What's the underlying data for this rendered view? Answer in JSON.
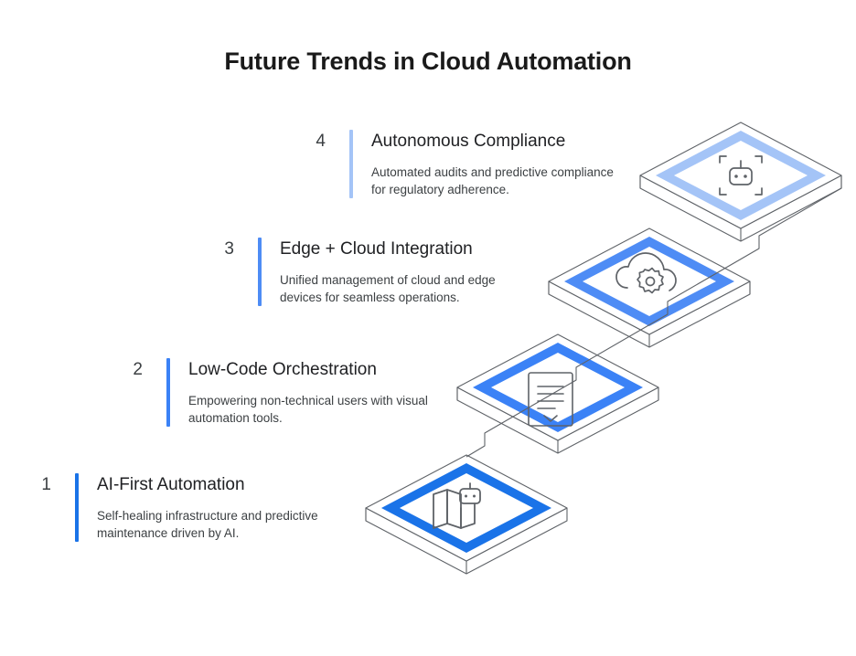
{
  "page": {
    "title": "Future Trends in Cloud Automation",
    "background_color": "#ffffff"
  },
  "palette": {
    "step1_blue": "#1a73e8",
    "step2_blue": "#3b82f6",
    "step3_blue": "#4e8cf5",
    "step4_blue": "#a4c4f7",
    "slab_outline": "#5f6368",
    "icon_stroke": "#5f6368",
    "heading_color": "#202124",
    "body_color": "#3c4043"
  },
  "steps": [
    {
      "number": "1",
      "heading": "AI-First Automation",
      "description": "Self-healing infrastructure and predictive maintenance driven by AI.",
      "accent_color": "#1a73e8",
      "diamond_color": "#1a73e8",
      "icon": "map-robot-icon"
    },
    {
      "number": "2",
      "heading": "Low-Code Orchestration",
      "description": "Empowering non-technical users with visual automation tools.",
      "accent_color": "#3b82f6",
      "diamond_color": "#3b82f6",
      "icon": "document-form-icon"
    },
    {
      "number": "3",
      "heading": "Edge + Cloud Integration",
      "description": "Unified management of cloud and edge devices for seamless operations.",
      "accent_color": "#4e8cf5",
      "diamond_color": "#4e8cf5",
      "icon": "cloud-gear-icon"
    },
    {
      "number": "4",
      "heading": "Autonomous Compliance",
      "description": "Automated audits and predictive compliance for regulatory adherence.",
      "accent_color": "#a4c4f7",
      "diamond_color": "#a4c4f7",
      "icon": "robot-scan-icon"
    }
  ]
}
